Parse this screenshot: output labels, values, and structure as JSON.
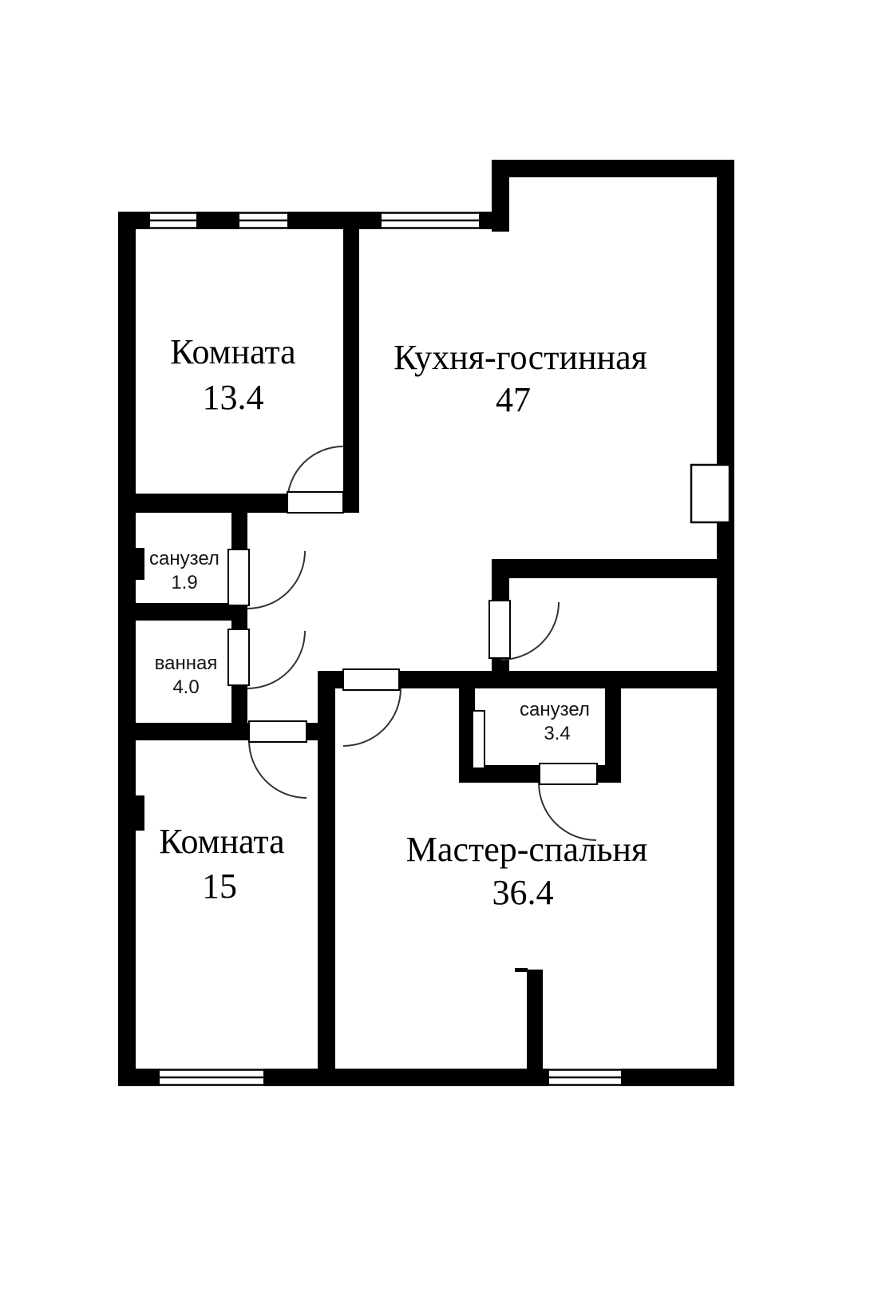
{
  "floorplan": {
    "colors": {
      "background": "#ffffff",
      "wall": "#000000",
      "door_arc": "#333333"
    },
    "rooms": [
      {
        "id": "room-top-left",
        "label": "Комната",
        "area": "13.4"
      },
      {
        "id": "kitchen-living",
        "label": "Кухня-гостинная",
        "area": "47"
      },
      {
        "id": "wc-small",
        "label": "санузел",
        "area": "1.9"
      },
      {
        "id": "bathroom",
        "label": "ванная",
        "area": "4.0"
      },
      {
        "id": "room-bottom-left",
        "label": "Комната",
        "area": "15"
      },
      {
        "id": "master-bedroom",
        "label": "Мастер-спальня",
        "area": "36.4"
      },
      {
        "id": "wc-master",
        "label": "санузел",
        "area": "3.4"
      }
    ]
  }
}
